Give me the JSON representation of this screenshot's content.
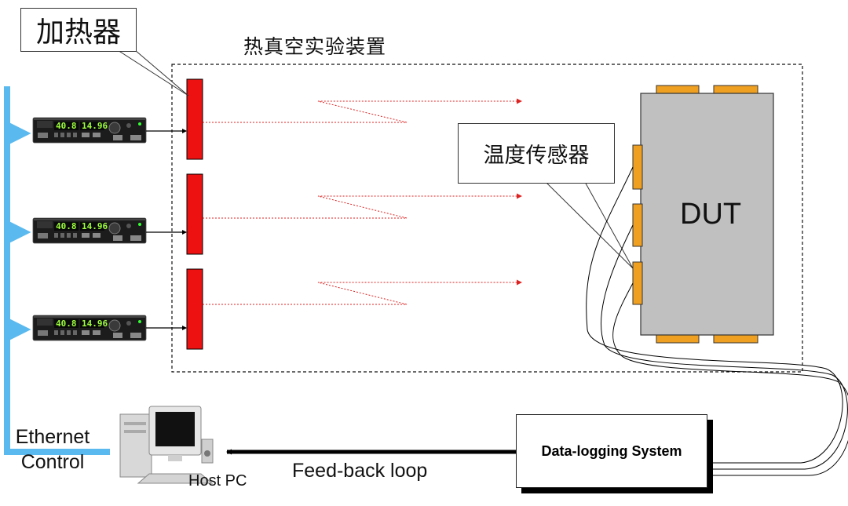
{
  "labels": {
    "heater": "加热器",
    "chamber": "热真空实验装置",
    "sensor": "温度传感器",
    "dut": "DUT",
    "ethernet_line1": "Ethernet",
    "ethernet_line2": "Control",
    "host_pc": "Host PC",
    "feedback": "Feed-back loop",
    "data_logging": "Data-logging System"
  },
  "power_supply_readout": {
    "left": "40.8",
    "right": "14.96"
  },
  "colors": {
    "ethernet_bus": "#5ab9ee",
    "heater": "#ee1111",
    "radiation_line": "#dd2222",
    "dut_body": "#c0c0c0",
    "sensor_pad": "#f0a020"
  },
  "counts": {
    "heater_channels": 3,
    "temperature_sensors": 3
  }
}
